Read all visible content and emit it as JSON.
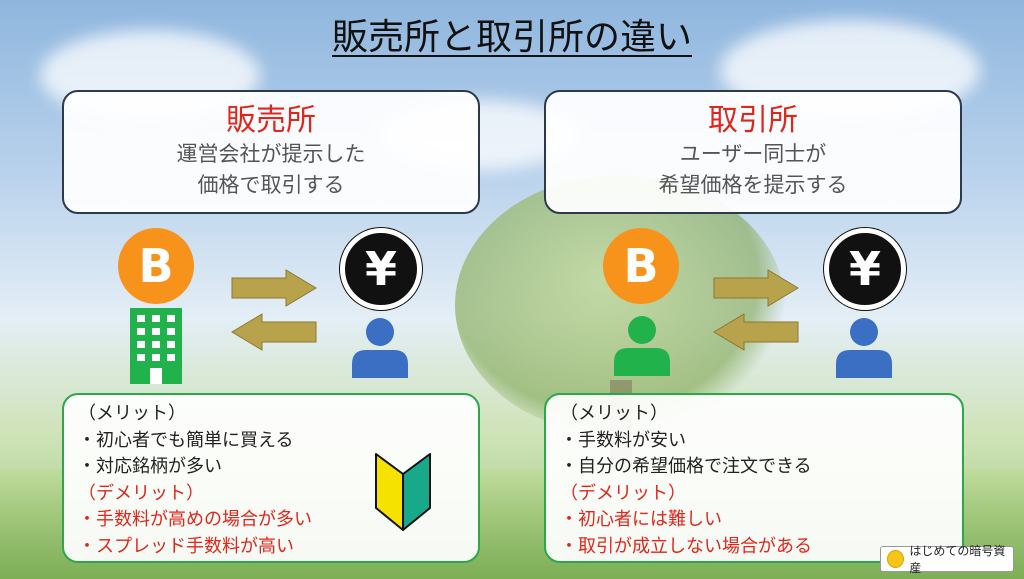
{
  "title": "販売所と取引所の違い",
  "left": {
    "heading": "販売所",
    "desc_line1": "運営会社が提示した",
    "desc_line2": "価格で取引する",
    "merit_title": "（メリット）",
    "merits": [
      "・初心者でも簡単に買える",
      "・対応銘柄が多い"
    ],
    "demerit_title": "（デメリット）",
    "demerits": [
      "・手数料が高めの場合が多い",
      "・スプレッド手数料が高い"
    ]
  },
  "right": {
    "heading": "取引所",
    "desc_line1": "ユーザー同士が",
    "desc_line2": "希望価格を提示する",
    "merit_title": "（メリット）",
    "merits": [
      "・手数料が安い",
      "・自分の希望価格で注文できる"
    ],
    "demerit_title": "（デメリット）",
    "demerits": [
      "・初心者には難しい",
      "・取引が成立しない場合がある"
    ]
  },
  "icons": {
    "bitcoin_symbol": "B",
    "yen_symbol": "¥"
  },
  "badge_text": "はじめての暗号資産",
  "colors": {
    "heading_red": "#e1261c",
    "bitcoin_orange": "#f7931a",
    "building_green": "#21b24b",
    "person_blue": "#3a6fc4",
    "person_green": "#21b24b",
    "arrow_gold": "#b8a24c",
    "merit_border": "#2aa84a"
  }
}
